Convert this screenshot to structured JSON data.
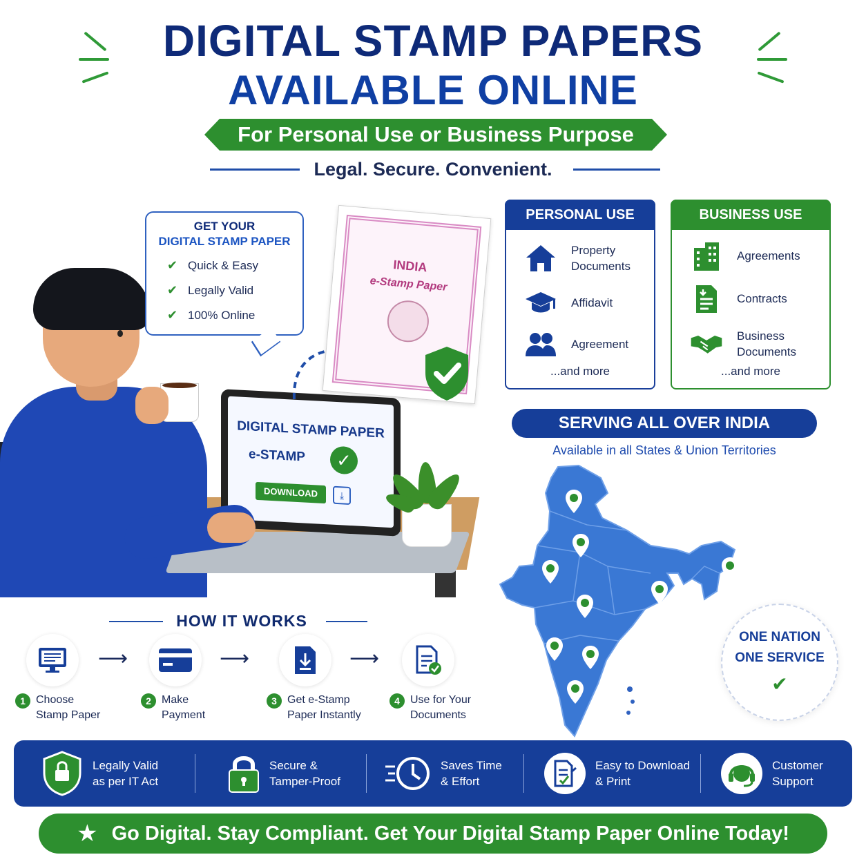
{
  "header": {
    "title_line1": "DIGITAL STAMP PAPERS",
    "title_line2": "AVAILABLE ONLINE",
    "ribbon": "For Personal Use or Business Purpose",
    "tagline": "Legal. Secure. Convenient."
  },
  "bubble": {
    "heading_line1": "GET YOUR",
    "heading_line2": "DIGITAL STAMP PAPER",
    "items": [
      "Quick & Easy",
      "Legally Valid",
      "100% Online"
    ]
  },
  "certificate": {
    "line1": "INDIA",
    "line2": "e-Stamp Paper"
  },
  "laptop": {
    "title": "DIGITAL STAMP PAPER",
    "subtitle": "e-STAMP",
    "download_label": "DOWNLOAD"
  },
  "personal_use": {
    "title": "PERSONAL USE",
    "items": [
      {
        "label": "Property Documents",
        "icon": "house-icon"
      },
      {
        "label": "Affidavit",
        "icon": "graduation-cap-icon"
      },
      {
        "label": "Agreement",
        "icon": "people-icon"
      }
    ],
    "more": "...and more"
  },
  "business_use": {
    "title": "BUSINESS USE",
    "items": [
      {
        "label": "Agreements",
        "icon": "building-icon"
      },
      {
        "label": "Contracts",
        "icon": "document-icon"
      },
      {
        "label": "Business Documents",
        "icon": "handshake-icon"
      }
    ],
    "more": "...and more"
  },
  "serving": {
    "title": "SERVING ALL OVER INDIA",
    "subtitle": "Available in all States & Union Territories"
  },
  "nation_badge": {
    "line1": "ONE NATION",
    "line2": "ONE SERVICE"
  },
  "how_it_works": {
    "title": "HOW IT WORKS",
    "steps": [
      {
        "num": "1",
        "line1": "Choose",
        "line2": "Stamp Paper",
        "icon": "monitor-icon"
      },
      {
        "num": "2",
        "line1": "Make",
        "line2": "Payment",
        "icon": "card-icon"
      },
      {
        "num": "3",
        "line1": "Get e-Stamp",
        "line2": "Paper Instantly",
        "icon": "download-doc-icon"
      },
      {
        "num": "4",
        "line1": "Use for Your",
        "line2": "Documents",
        "icon": "doc-check-icon"
      }
    ]
  },
  "features": [
    {
      "line1": "Legally Valid",
      "line2": "as per IT Act",
      "icon": "shield-lock-icon"
    },
    {
      "line1": "Secure &",
      "line2": "Tamper-Proof",
      "icon": "padlock-icon"
    },
    {
      "line1": "Saves Time",
      "line2": "& Effort",
      "icon": "clock-icon"
    },
    {
      "line1": "Easy to Download",
      "line2": "& Print",
      "icon": "doc-pen-icon"
    },
    {
      "line1": "Customer",
      "line2": "Support",
      "icon": "headset-icon"
    }
  ],
  "cta": {
    "text": "Go Digital. Stay Compliant. Get Your Digital Stamp Paper Online Today!",
    "icon": "star-icon"
  },
  "colors": {
    "navy": "#0e2a78",
    "blue": "#163e99",
    "green": "#2d8f2f",
    "map_blue": "#3a78d4"
  }
}
